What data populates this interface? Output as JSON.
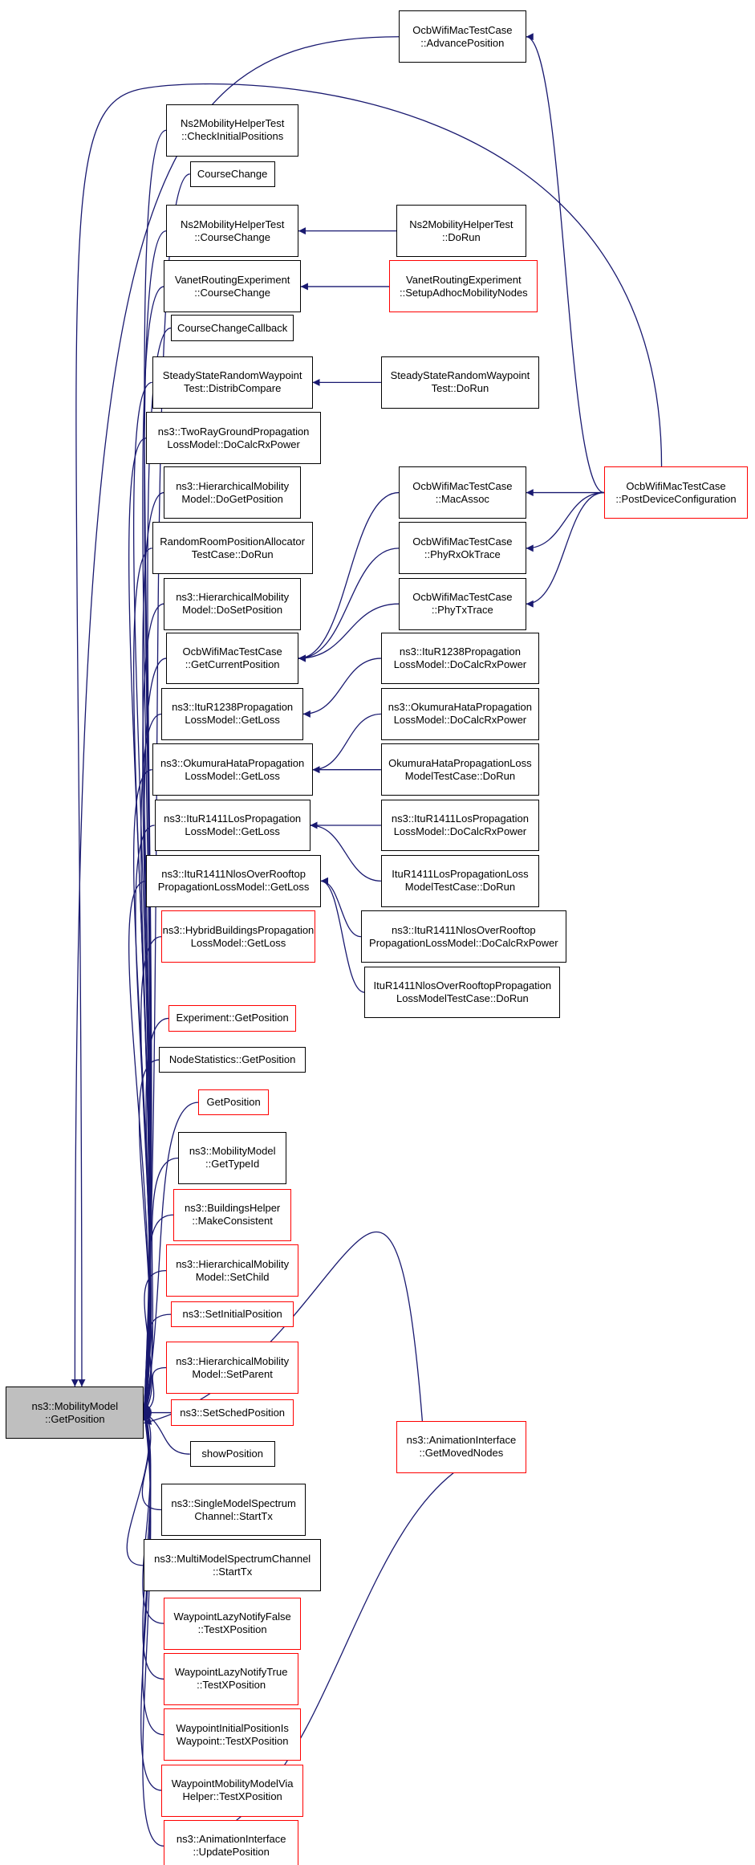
{
  "colors": {
    "edge": "#191970",
    "border": "#000000",
    "incomplete_border": "#ff0000",
    "root_fill": "#bfbfbf"
  },
  "nodes": [
    {
      "id": "root",
      "lines": [
        "ns3::MobilityModel",
        "::GetPosition"
      ],
      "color": "black",
      "root": true
    },
    {
      "id": "n_adv",
      "lines": [
        "OcbWifiMacTestCase",
        "::AdvancePosition"
      ],
      "color": "black"
    },
    {
      "id": "n_ns2chk",
      "lines": [
        "Ns2MobilityHelperTest",
        "::CheckInitialPositions"
      ],
      "color": "black"
    },
    {
      "id": "n_cc",
      "lines": [
        "CourseChange"
      ],
      "color": "black"
    },
    {
      "id": "n_ns2cc",
      "lines": [
        "Ns2MobilityHelperTest",
        "::CourseChange"
      ],
      "color": "black"
    },
    {
      "id": "n_ns2run",
      "lines": [
        "Ns2MobilityHelperTest",
        "::DoRun"
      ],
      "color": "black"
    },
    {
      "id": "n_vrcc",
      "lines": [
        "VanetRoutingExperiment",
        "::CourseChange"
      ],
      "color": "black"
    },
    {
      "id": "n_vrset",
      "lines": [
        "VanetRoutingExperiment",
        "::SetupAdhocMobilityNodes"
      ],
      "color": "red"
    },
    {
      "id": "n_ccb",
      "lines": [
        "CourseChangeCallback"
      ],
      "color": "black"
    },
    {
      "id": "n_ssdc",
      "lines": [
        "SteadyStateRandomWaypoint",
        "Test::DistribCompare"
      ],
      "color": "black"
    },
    {
      "id": "n_ssrun",
      "lines": [
        "SteadyStateRandomWaypoint",
        "Test::DoRun"
      ],
      "color": "black"
    },
    {
      "id": "n_tworay",
      "lines": [
        "ns3::TwoRayGroundPropagation",
        "LossModel::DoCalcRxPower"
      ],
      "color": "black"
    },
    {
      "id": "n_hmget",
      "lines": [
        "ns3::HierarchicalMobility",
        "Model::DoGetPosition"
      ],
      "color": "black"
    },
    {
      "id": "n_rroom",
      "lines": [
        "RandomRoomPositionAllocator",
        "TestCase::DoRun"
      ],
      "color": "black"
    },
    {
      "id": "n_hmset",
      "lines": [
        "ns3::HierarchicalMobility",
        "Model::DoSetPosition"
      ],
      "color": "black"
    },
    {
      "id": "n_ocbcur",
      "lines": [
        "OcbWifiMacTestCase",
        "::GetCurrentPosition"
      ],
      "color": "black"
    },
    {
      "id": "n_ocbmac",
      "lines": [
        "OcbWifiMacTestCase",
        "::MacAssoc"
      ],
      "color": "black"
    },
    {
      "id": "n_ocbrx",
      "lines": [
        "OcbWifiMacTestCase",
        "::PhyRxOkTrace"
      ],
      "color": "black"
    },
    {
      "id": "n_ocbtx",
      "lines": [
        "OcbWifiMacTestCase",
        "::PhyTxTrace"
      ],
      "color": "black"
    },
    {
      "id": "n_ocbpdc",
      "lines": [
        "OcbWifiMacTestCase",
        "::PostDeviceConfiguration"
      ],
      "color": "red"
    },
    {
      "id": "n_itu1238",
      "lines": [
        "ns3::ItuR1238Propagation",
        "LossModel::GetLoss"
      ],
      "color": "black"
    },
    {
      "id": "n_itu1238dc",
      "lines": [
        "ns3::ItuR1238Propagation",
        "LossModel::DoCalcRxPower"
      ],
      "color": "black"
    },
    {
      "id": "n_oku",
      "lines": [
        "ns3::OkumuraHataPropagation",
        "LossModel::GetLoss"
      ],
      "color": "black"
    },
    {
      "id": "n_okudc",
      "lines": [
        "ns3::OkumuraHataPropagation",
        "LossModel::DoCalcRxPower"
      ],
      "color": "black"
    },
    {
      "id": "n_okurun",
      "lines": [
        "OkumuraHataPropagationLoss",
        "ModelTestCase::DoRun"
      ],
      "color": "black"
    },
    {
      "id": "n_los",
      "lines": [
        "ns3::ItuR1411LosPropagation",
        "LossModel::GetLoss"
      ],
      "color": "black"
    },
    {
      "id": "n_losdc",
      "lines": [
        "ns3::ItuR1411LosPropagation",
        "LossModel::DoCalcRxPower"
      ],
      "color": "black"
    },
    {
      "id": "n_losrun",
      "lines": [
        "ItuR1411LosPropagationLoss",
        "ModelTestCase::DoRun"
      ],
      "color": "black"
    },
    {
      "id": "n_nlos",
      "lines": [
        "ns3::ItuR1411NlosOverRooftop",
        "PropagationLossModel::GetLoss"
      ],
      "color": "black"
    },
    {
      "id": "n_nlosdc",
      "lines": [
        "ns3::ItuR1411NlosOverRooftop",
        "PropagationLossModel::DoCalcRxPower"
      ],
      "color": "black"
    },
    {
      "id": "n_nlosrun",
      "lines": [
        "ItuR1411NlosOverRooftopPropagation",
        "LossModelTestCase::DoRun"
      ],
      "color": "black"
    },
    {
      "id": "n_hybrid",
      "lines": [
        "ns3::HybridBuildingsPropagation",
        "LossModel::GetLoss"
      ],
      "color": "red"
    },
    {
      "id": "n_exp",
      "lines": [
        "Experiment::GetPosition"
      ],
      "color": "red"
    },
    {
      "id": "n_nodestat",
      "lines": [
        "NodeStatistics::GetPosition"
      ],
      "color": "black"
    },
    {
      "id": "n_getpos",
      "lines": [
        "GetPosition"
      ],
      "color": "red"
    },
    {
      "id": "n_typeid",
      "lines": [
        "ns3::MobilityModel",
        "::GetTypeId"
      ],
      "color": "black"
    },
    {
      "id": "n_bhmc",
      "lines": [
        "ns3::BuildingsHelper",
        "::MakeConsistent"
      ],
      "color": "red"
    },
    {
      "id": "n_hmchild",
      "lines": [
        "ns3::HierarchicalMobility",
        "Model::SetChild"
      ],
      "color": "red"
    },
    {
      "id": "n_setinit",
      "lines": [
        "ns3::SetInitialPosition"
      ],
      "color": "red"
    },
    {
      "id": "n_hmparent",
      "lines": [
        "ns3::HierarchicalMobility",
        "Model::SetParent"
      ],
      "color": "red"
    },
    {
      "id": "n_setsched",
      "lines": [
        "ns3::SetSchedPosition"
      ],
      "color": "red"
    },
    {
      "id": "n_showpos",
      "lines": [
        "showPosition"
      ],
      "color": "black"
    },
    {
      "id": "n_aimoved",
      "lines": [
        "ns3::AnimationInterface",
        "::GetMovedNodes"
      ],
      "color": "red"
    },
    {
      "id": "n_single",
      "lines": [
        "ns3::SingleModelSpectrum",
        "Channel::StartTx"
      ],
      "color": "black"
    },
    {
      "id": "n_multi",
      "lines": [
        "ns3::MultiModelSpectrumChannel",
        "::StartTx"
      ],
      "color": "black"
    },
    {
      "id": "n_wlf",
      "lines": [
        "WaypointLazyNotifyFalse",
        "::TestXPosition"
      ],
      "color": "red"
    },
    {
      "id": "n_wlt",
      "lines": [
        "WaypointLazyNotifyTrue",
        "::TestXPosition"
      ],
      "color": "red"
    },
    {
      "id": "n_wip",
      "lines": [
        "WaypointInitialPositionIs",
        "Waypoint::TestXPosition"
      ],
      "color": "red"
    },
    {
      "id": "n_wmm",
      "lines": [
        "WaypointMobilityModelVia",
        "Helper::TestXPosition"
      ],
      "color": "red"
    },
    {
      "id": "n_aiupd",
      "lines": [
        "ns3::AnimationInterface",
        "::UpdatePosition"
      ],
      "color": "red"
    }
  ]
}
